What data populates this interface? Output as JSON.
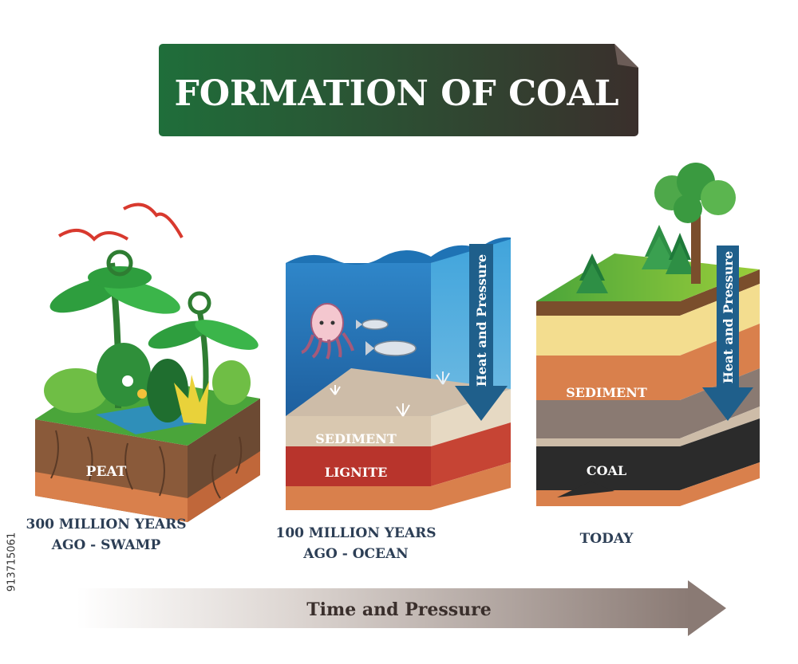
{
  "title": "FORMATION OF COAL",
  "stages": [
    {
      "layer_label": "PEAT",
      "caption_line1": "300 MILLION YEARS",
      "caption_line2": "AGO - SWAMP"
    },
    {
      "sediment_label": "SEDIMENT",
      "layer_label": "LIGNITE",
      "arrow_label": "Heat and Pressure",
      "caption_line1": "100 MILLION YEARS",
      "caption_line2": "AGO - OCEAN"
    },
    {
      "sediment_label": "SEDIMENT",
      "layer_label": "COAL",
      "arrow_label": "Heat and Pressure",
      "caption_line1": "TODAY"
    }
  ],
  "timeline_label": "Time and Pressure",
  "side_id": "913715061",
  "colors": {
    "banner_start": "#1f6e3a",
    "banner_end": "#3a2f2c",
    "label_text": "#2c3e55",
    "arrow_blue": "#1f5f8b",
    "grass": "#4aa53a",
    "coal": "#2b2b2b",
    "lignite": "#b8342c",
    "sediment": "#d9c8b0"
  }
}
